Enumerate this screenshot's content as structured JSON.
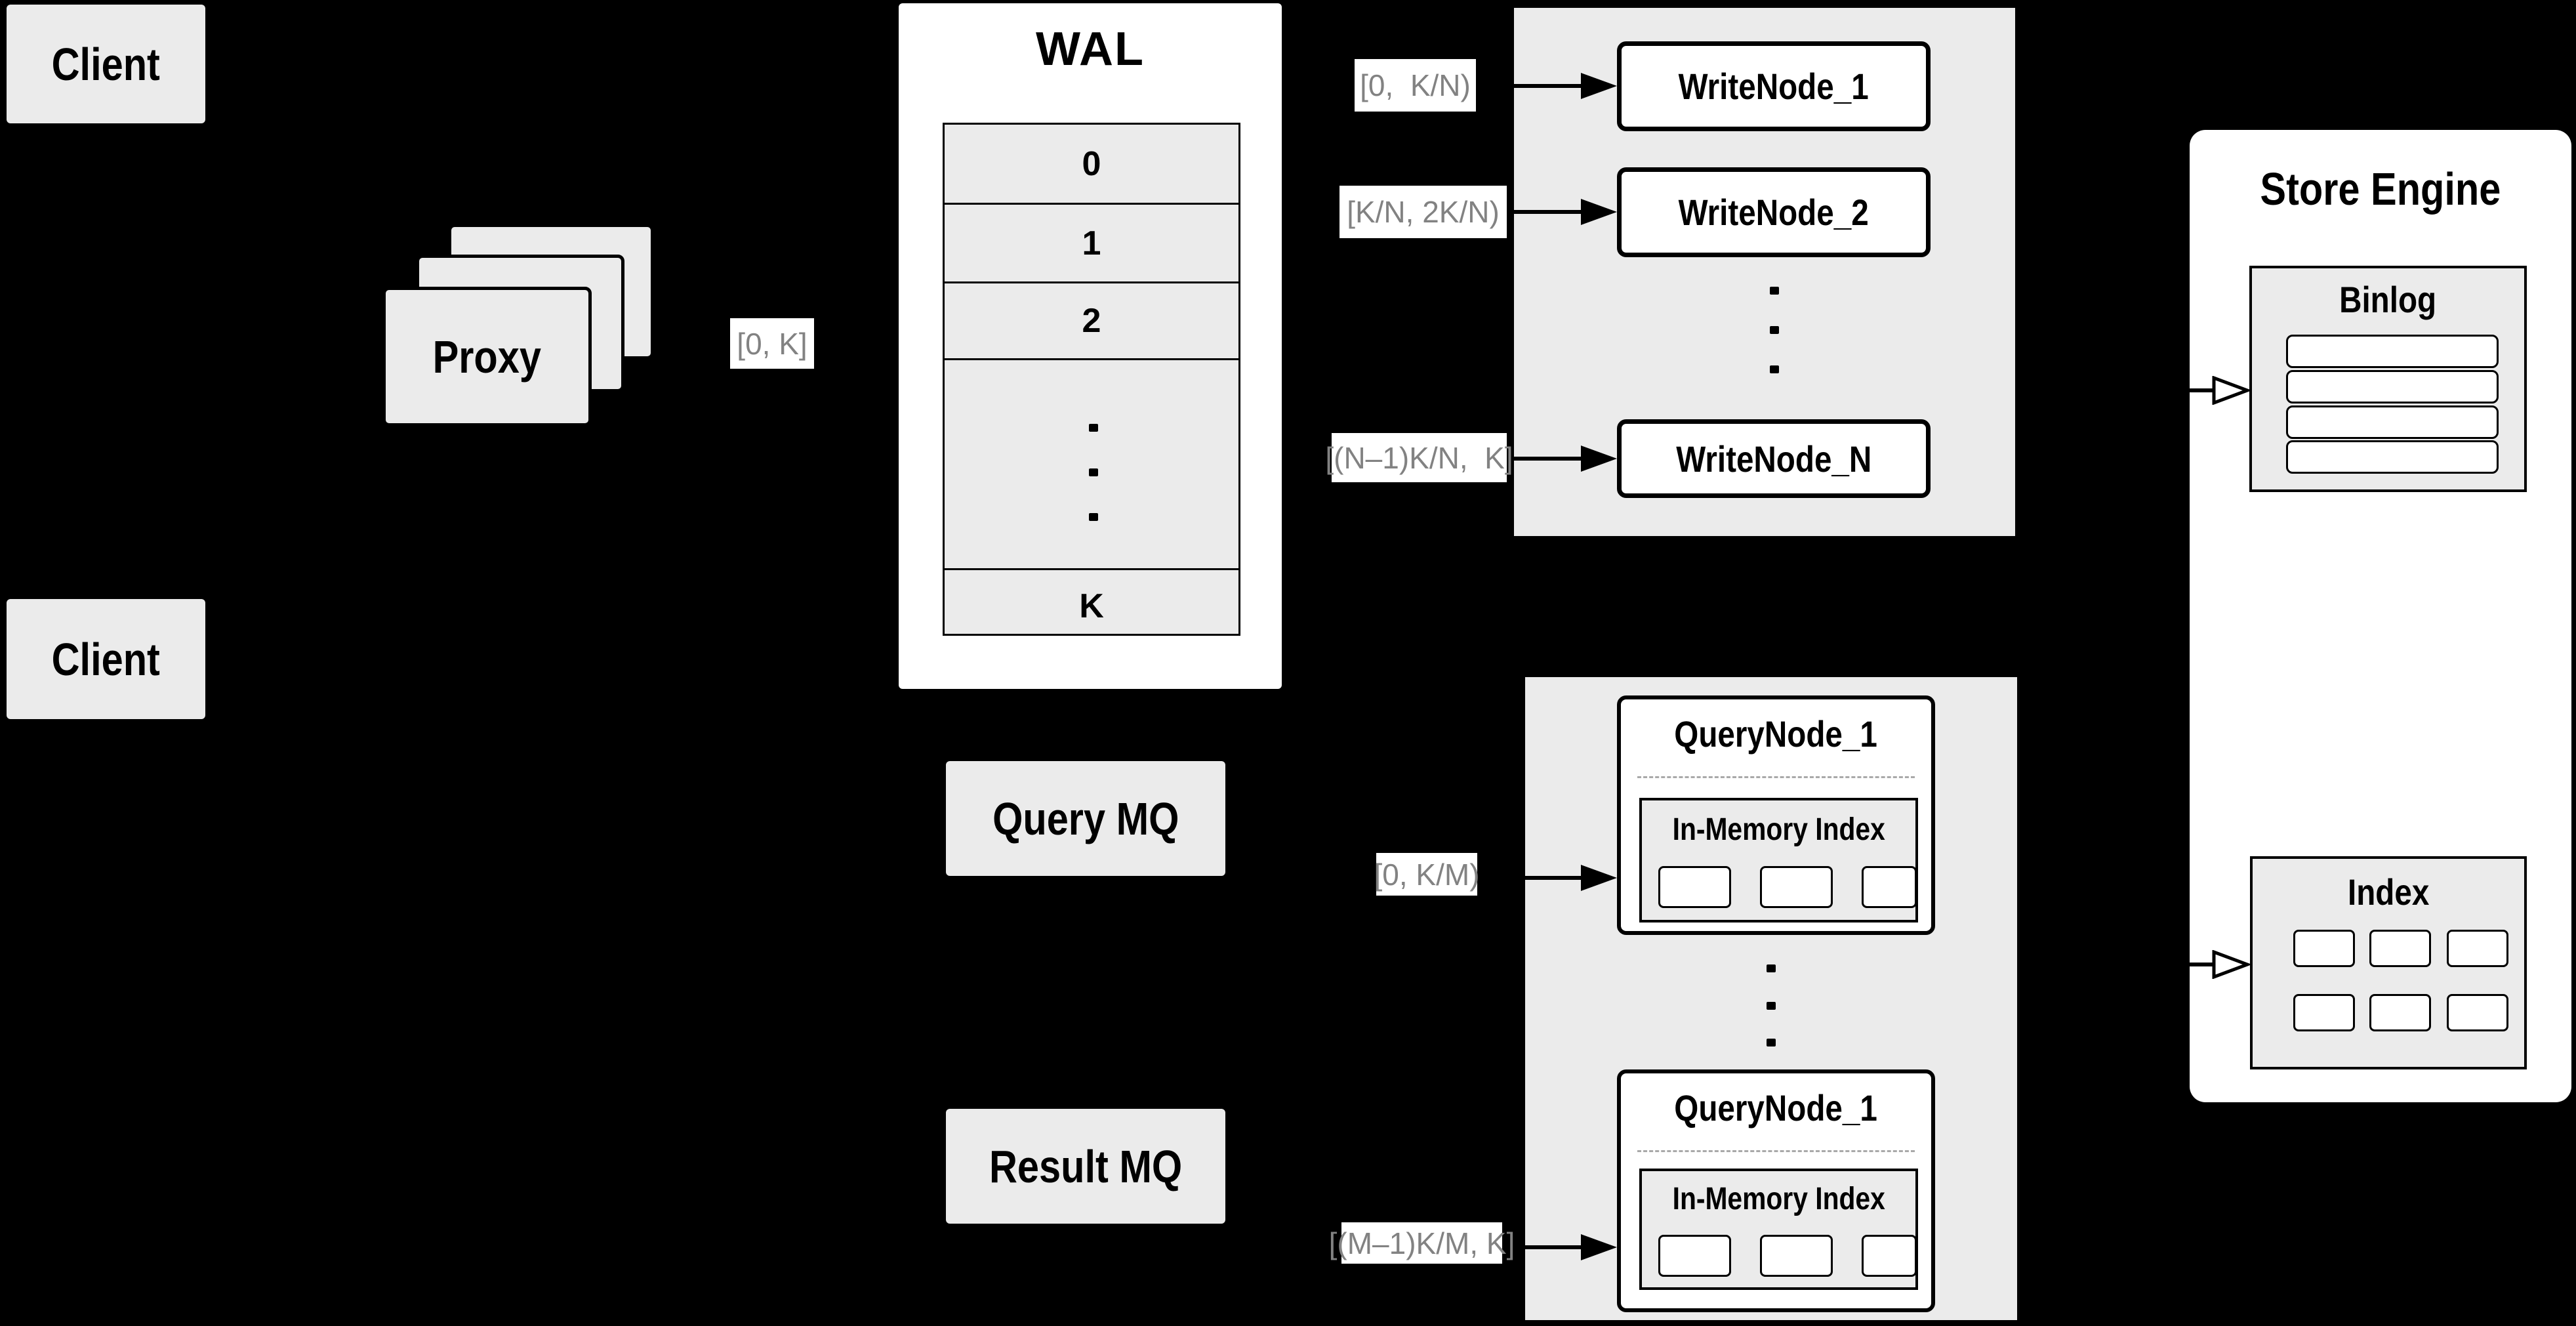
{
  "colors": {
    "background": "#000000",
    "container_fill": "#ebebeb",
    "node_fill": "#ffffff",
    "line": "#000000",
    "range_label_text": "#828282",
    "dashed_separator": "#a9a9a9"
  },
  "clients": {
    "top": "Client",
    "bottom": "Client"
  },
  "proxy": {
    "label": "Proxy",
    "range_label": "[0, K]"
  },
  "wal": {
    "title": "WAL",
    "rows": [
      "0",
      "1",
      "2",
      "K"
    ]
  },
  "write_section": {
    "nodes": [
      "WriteNode_1",
      "WriteNode_2",
      "WriteNode_N"
    ],
    "labels": [
      "[0,  K/N)",
      "[K/N, 2K/N)",
      "[(N–1)K/N,  K]"
    ]
  },
  "mq": {
    "query": "Query MQ",
    "result": "Result MQ"
  },
  "query_section": {
    "labels": [
      "[0, K/M)",
      "[(M–1)K/M, K]"
    ],
    "nodes": [
      {
        "title": "QueryNode_1",
        "index_title": "In-Memory Index"
      },
      {
        "title": "QueryNode_1",
        "index_title": "In-Memory Index"
      }
    ]
  },
  "store_engine": {
    "title": "Store Engine",
    "binlog_title": "Binlog",
    "index_title": "Index"
  }
}
